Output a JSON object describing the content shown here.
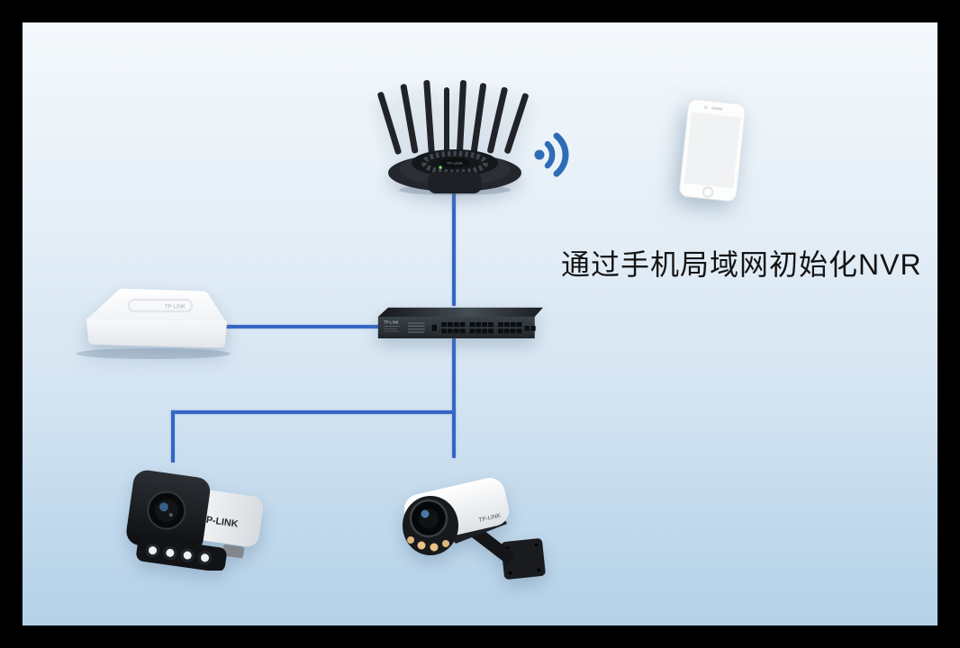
{
  "canvas": {
    "frame_color": "#000000",
    "bg_gradient_top": "#f5f9fc",
    "bg_gradient_bottom": "#b3d1e8"
  },
  "caption": {
    "text": "通过手机局域网初始化NVR",
    "color": "#141414"
  },
  "connection": {
    "line_color": "#3566c4"
  },
  "wifi_signal": {
    "icon": "wifi-signal-icon",
    "color": "#2d6cb5"
  },
  "devices": {
    "router": {
      "type": "wifi-router",
      "brand": "TP-LINK"
    },
    "phone": {
      "type": "smartphone"
    },
    "nvr": {
      "type": "nvr-recorder",
      "brand": "TP-LINK"
    },
    "switch": {
      "type": "24-port-ethernet-switch",
      "brand": "TP-LINK"
    },
    "camera_left": {
      "type": "bullet-ip-camera",
      "brand": "TP-LINK"
    },
    "camera_right": {
      "type": "bullet-ip-camera",
      "brand": "TP-LINK"
    }
  }
}
